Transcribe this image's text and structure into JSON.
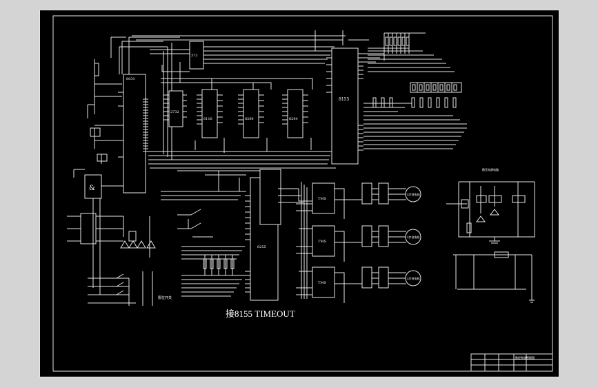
{
  "viewer": {
    "background": "#d4d4d4",
    "sheet_color": "#000000",
    "ink_color": "#e8e8e8"
  },
  "drawing": {
    "annotation": "接8155 TIMEOUT",
    "chips": {
      "cpu": "8031",
      "latch": "373",
      "eprom_a": "2732",
      "eprom_b": "6116",
      "eprom_c": "6264",
      "pio": "8155",
      "ppi": "8255",
      "gate": "&"
    },
    "driver_label": "TMS",
    "motors": [
      "X步进电机",
      "Y步进电机",
      "Z步进电机"
    ],
    "side_label": "限位开关",
    "power_title": "稳压电源电路",
    "title_block": {
      "title": "数控系统原理图"
    }
  }
}
